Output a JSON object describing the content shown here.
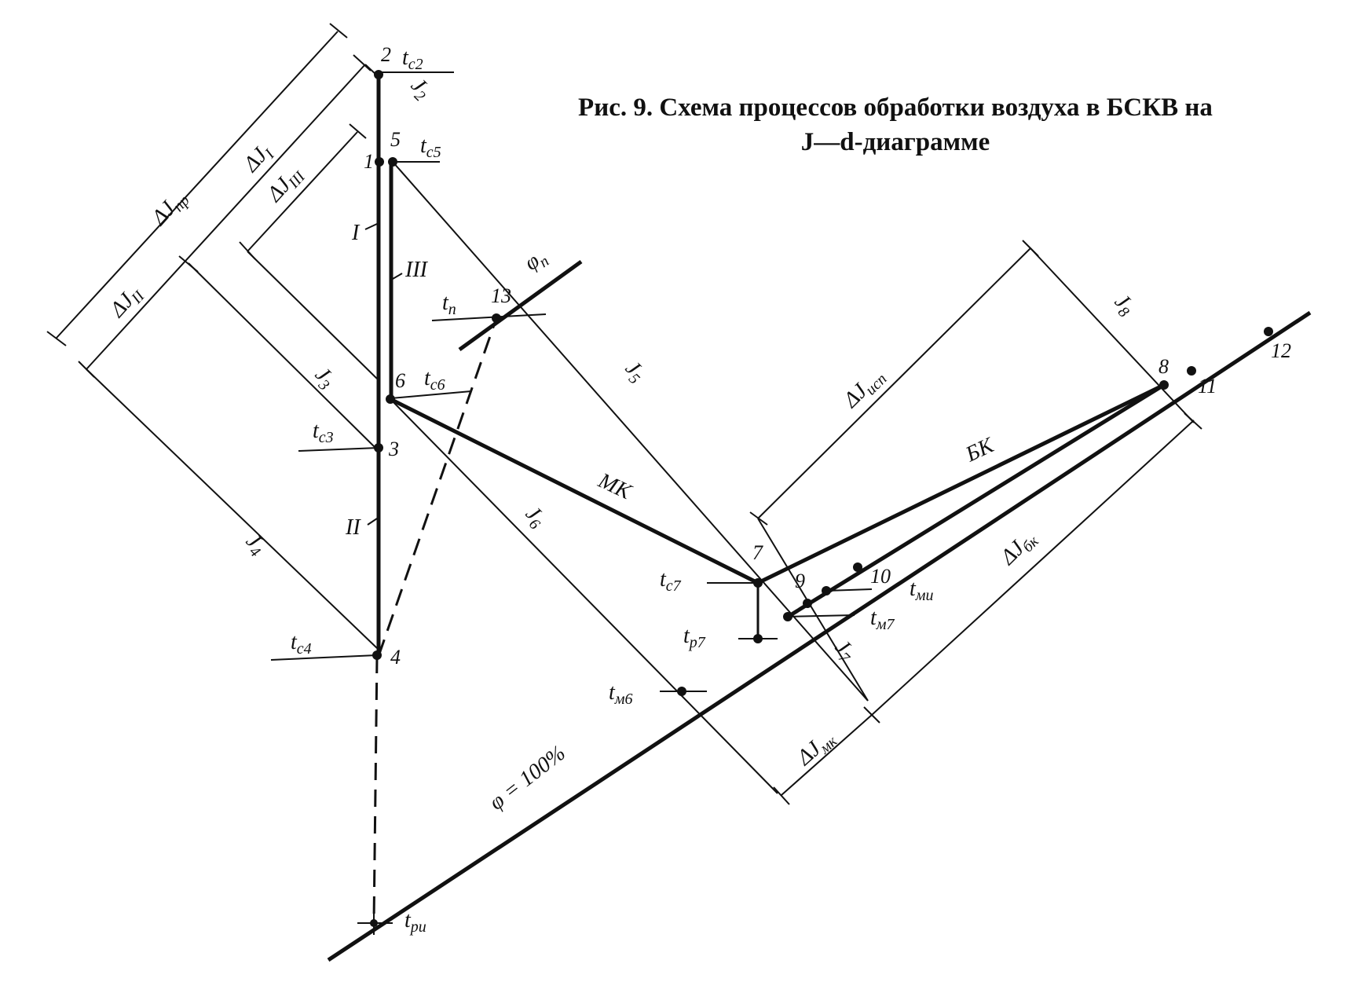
{
  "caption": {
    "line1": "Рис. 9. Схема процессов обработки воздуха в БСКВ на",
    "line2": "J—d-диаграмме"
  },
  "points": [
    "1",
    "2",
    "3",
    "4",
    "5",
    "6",
    "7",
    "8",
    "9",
    "10",
    "11",
    "12",
    "13"
  ],
  "temperature_labels": {
    "tc2": [
      "t",
      "c2"
    ],
    "tc5": [
      "t",
      "c5"
    ],
    "tc6": [
      "t",
      "c6"
    ],
    "tc3": [
      "t",
      "c3"
    ],
    "tc4": [
      "t",
      "c4"
    ],
    "tp": [
      "t",
      "п"
    ],
    "tc7": [
      "t",
      "c7"
    ],
    "tp7": [
      "t",
      "p7"
    ],
    "tm6": [
      "t",
      "м6"
    ],
    "tm7": [
      "t",
      "м7"
    ],
    "tmi": [
      "t",
      "ми"
    ],
    "tri": [
      "t",
      "pи"
    ]
  },
  "enthalpy_labels": {
    "J2": [
      "J",
      "2"
    ],
    "J3": [
      "J",
      "3"
    ],
    "J4": [
      "J",
      "4"
    ],
    "J5": [
      "J",
      "5"
    ],
    "J6": [
      "J",
      "6"
    ],
    "J7": [
      "J",
      "7"
    ],
    "J8": [
      "J",
      "8"
    ]
  },
  "delta_labels": {
    "dJpr": [
      "ΔJ",
      "пр"
    ],
    "dJ1": [
      "ΔJ",
      "I"
    ],
    "dJ3": [
      "ΔJ",
      "III"
    ],
    "dJ2": [
      "ΔJ",
      "II"
    ],
    "dJisp": [
      "ΔJ",
      "исп"
    ],
    "dJbk": [
      "ΔJ",
      "бк"
    ],
    "dJmk": [
      "ΔJ",
      "мк"
    ]
  },
  "process_labels": {
    "I": "I",
    "II": "II",
    "III": "III",
    "MK": "МК",
    "BK": "БК"
  },
  "curve_labels": {
    "phi_p": [
      "φ",
      "п"
    ],
    "phi100": "φ = 100%"
  }
}
